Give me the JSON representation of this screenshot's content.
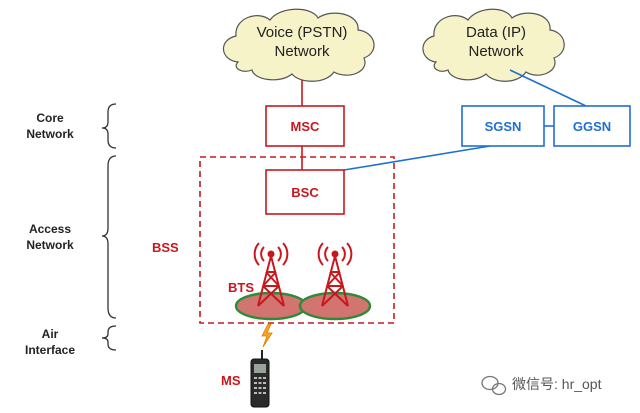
{
  "clouds": {
    "voice": {
      "line1": "Voice (PSTN)",
      "line2": "Network"
    },
    "data": {
      "line1": "Data (IP)",
      "line2": "Network"
    }
  },
  "layers": {
    "core": {
      "line1": "Core",
      "line2": "Network"
    },
    "access": {
      "line1": "Access",
      "line2": "Network"
    },
    "air": {
      "line1": "Air",
      "line2": "Interface"
    }
  },
  "nodes": {
    "msc": "MSC",
    "bsc": "BSC",
    "sgsn": "SGSN",
    "ggsn": "GGSN",
    "bts": "BTS",
    "bss": "BSS",
    "ms": "MS"
  },
  "watermark": "微信号: hr_opt",
  "colors": {
    "gsm_red": "#c8181e",
    "gprs_blue": "#1f6fd0",
    "cloud_fill": "#f6f3c8",
    "ground_green": "#2e8b3a"
  },
  "icons": [
    "cloud-icon",
    "antenna-tower-icon",
    "lightning-icon",
    "mobile-phone-icon",
    "wechat-icon"
  ]
}
